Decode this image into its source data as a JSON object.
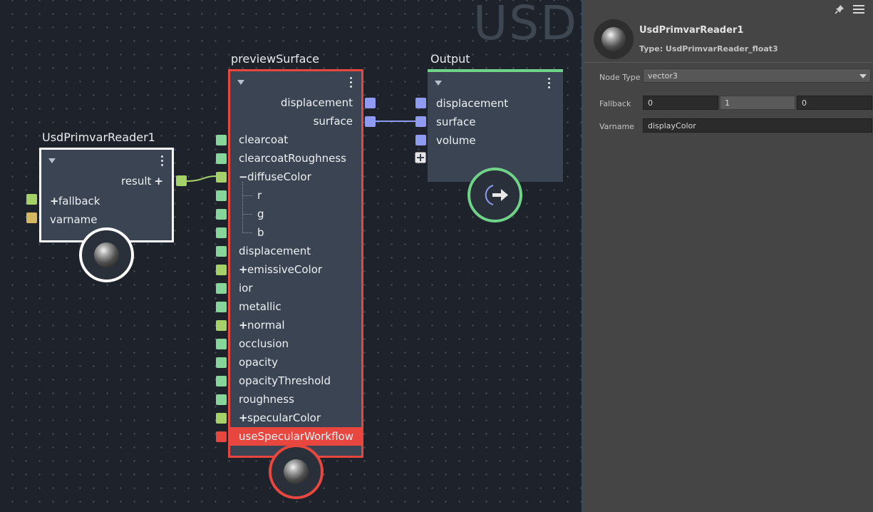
{
  "canvas": {
    "watermark": "USD",
    "nodes": {
      "reader": {
        "title": "UsdPrimvarReader1",
        "outputs": [
          {
            "label": "result",
            "expandable": true,
            "port_color": "#a4d168"
          }
        ],
        "inputs": [
          {
            "label": "fallback",
            "expandable": true,
            "port_color": "#a4d168"
          },
          {
            "label": "varname",
            "expandable": false,
            "port_color": "#d4b762"
          }
        ],
        "border_color": "#ffffff"
      },
      "surface": {
        "title": "previewSurface",
        "border_color": "#e8473f",
        "outputs": [
          {
            "label": "displacement",
            "port_color": "#8f9bf0"
          },
          {
            "label": "surface",
            "port_color": "#8f9bf0"
          }
        ],
        "inputs": [
          {
            "label": "clearcoat",
            "prefix": "",
            "port_color": "#86d69a"
          },
          {
            "label": "clearcoatRoughness",
            "prefix": "",
            "port_color": "#86d69a"
          },
          {
            "label": "diffuseColor",
            "prefix": "−",
            "port_color": "#a4d168"
          },
          {
            "label": "r",
            "prefix": "",
            "child": true,
            "port_color": "#86d69a"
          },
          {
            "label": "g",
            "prefix": "",
            "child": true,
            "port_color": "#86d69a"
          },
          {
            "label": "b",
            "prefix": "",
            "child": true,
            "port_color": "#86d69a"
          },
          {
            "label": "displacement",
            "prefix": "",
            "port_color": "#86d69a"
          },
          {
            "label": "emissiveColor",
            "prefix": "+",
            "port_color": "#a4d168"
          },
          {
            "label": "ior",
            "prefix": "",
            "port_color": "#86d69a"
          },
          {
            "label": "metallic",
            "prefix": "",
            "port_color": "#86d69a"
          },
          {
            "label": "normal",
            "prefix": "+",
            "port_color": "#a4d168"
          },
          {
            "label": "occlusion",
            "prefix": "",
            "port_color": "#86d69a"
          },
          {
            "label": "opacity",
            "prefix": "",
            "port_color": "#86d69a"
          },
          {
            "label": "opacityThreshold",
            "prefix": "",
            "port_color": "#86d69a"
          },
          {
            "label": "roughness",
            "prefix": "",
            "port_color": "#86d69a"
          },
          {
            "label": "specularColor",
            "prefix": "+",
            "port_color": "#a4d168"
          },
          {
            "label": "useSpecularWorkflow",
            "prefix": "",
            "port_color": "#e8473f",
            "highlight": true
          }
        ]
      },
      "output": {
        "title": "Output",
        "border_color": "#6fd487",
        "inputs": [
          {
            "label": "displacement",
            "port_color": "#8f9bf0"
          },
          {
            "label": "surface",
            "port_color": "#8f9bf0"
          },
          {
            "label": "volume",
            "port_color": "#8f9bf0"
          }
        ]
      }
    }
  },
  "panel": {
    "node_name": "UsdPrimvarReader1",
    "node_type": "Type: UsdPrimvarReader_float3",
    "fields": {
      "node_type_label": "Node Type",
      "node_type_value": "vector3",
      "fallback_label": "Fallback",
      "fallback_values": [
        "0",
        "1",
        "0"
      ],
      "varname_label": "Varname",
      "varname_value": "displayColor"
    },
    "icons": [
      "pin-icon",
      "hamburger-menu-icon"
    ]
  }
}
